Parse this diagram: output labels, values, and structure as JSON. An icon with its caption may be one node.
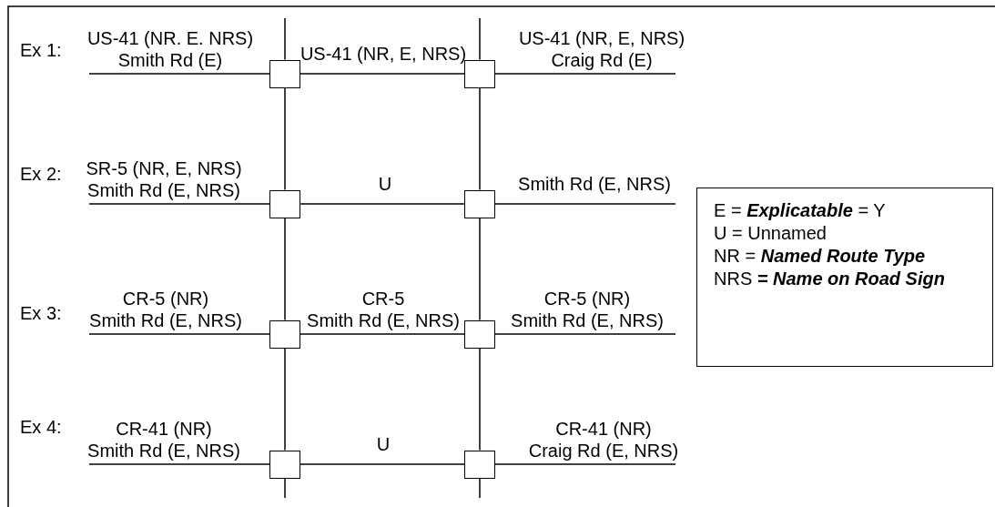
{
  "diagram": {
    "nodes": [
      {
        "text": [],
        "shape": "box"
      },
      {
        "text": [],
        "shape": "box"
      },
      {
        "text": [],
        "shape": "box"
      },
      {
        "text": [],
        "shape": "box"
      },
      {
        "text": [],
        "shape": "box"
      },
      {
        "text": [],
        "shape": "box"
      },
      {
        "text": [],
        "shape": "box"
      },
      {
        "text": [],
        "shape": "box"
      },
      {
        "text": [
          "E = **Explicatable** = Y",
          "U = Unnamed",
          "NR = **Named Route Type**",
          "NRS **= Name on Road Sign**"
        ]
      }
    ],
    "edges": [
      {
        "from": null,
        "to": 0,
        "arrow": "none",
        "label": "US-41 (NR. E. NRS) Smith Rd (E)"
      },
      {
        "from": 0,
        "to": 1,
        "arrow": "none",
        "label": "US-41 (NR, E, NRS)"
      },
      {
        "from": 1,
        "to": null,
        "arrow": "none",
        "label": "US-41 (NR, E, NRS) Craig Rd (E)"
      },
      {
        "from": null,
        "to": 2,
        "arrow": "none",
        "label": "SR-5 (NR, E, NRS) Smith Rd (E, NRS)"
      },
      {
        "from": 2,
        "to": 3,
        "arrow": "none",
        "label": "U"
      },
      {
        "from": 3,
        "to": null,
        "arrow": "none",
        "label": "Smith Rd (E, NRS)"
      },
      {
        "from": null,
        "to": 4,
        "arrow": "none",
        "label": "CR-5 (NR) Smith Rd (E, NRS)"
      },
      {
        "from": 4,
        "to": 5,
        "arrow": "none",
        "label": "CR-5 Smith Rd (E, NRS)"
      },
      {
        "from": 5,
        "to": null,
        "arrow": "none",
        "label": "CR-5 (NR) Smith Rd (E, NRS)"
      },
      {
        "from": null,
        "to": 6,
        "arrow": "none",
        "label": "CR-41 (NR) Smith Rd (E, NRS)"
      },
      {
        "from": 6,
        "to": 7,
        "arrow": "none",
        "label": "U"
      },
      {
        "from": 7,
        "to": null,
        "arrow": "none",
        "label": "CR-41 (NR) Craig Rd (E, NRS)"
      },
      {
        "from": null,
        "to": 0,
        "arrow": "none"
      },
      {
        "from": null,
        "to": 1,
        "arrow": "none"
      },
      {
        "from": 0,
        "to": 2,
        "arrow": "none"
      },
      {
        "from": 2,
        "to": 4,
        "arrow": "none"
      },
      {
        "from": 4,
        "to": 6,
        "arrow": "none"
      },
      {
        "from": 1,
        "to": 3,
        "arrow": "none"
      },
      {
        "from": 3,
        "to": 5,
        "arrow": "none"
      },
      {
        "from": 5,
        "to": 7,
        "arrow": "none"
      },
      {
        "from": 6,
        "to": null,
        "arrow": "none"
      },
      {
        "from": 7,
        "to": null,
        "arrow": "none"
      }
    ],
    "labels": [
      "Ex 1:",
      "Ex 2:",
      "Ex 3:",
      "Ex 4:"
    ]
  }
}
